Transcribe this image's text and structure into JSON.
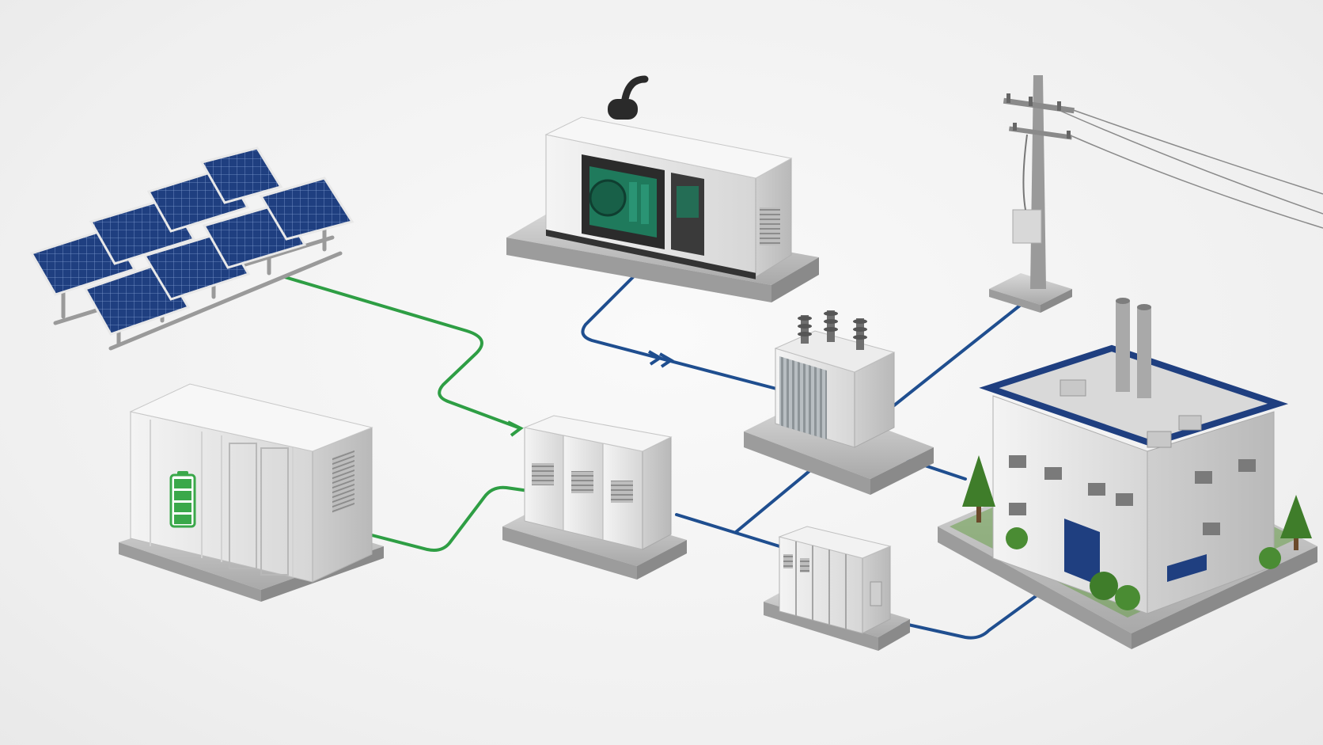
{
  "colors": {
    "background": "#f2f2f2",
    "dc_line": "#2e9e44",
    "ac_line": "#1f4e8f",
    "solar_panel": "#1f3f80",
    "generator_engine": "#1f7a5c",
    "battery_indicator": "#3aa84a",
    "building_roof_trim": "#1f3f80"
  },
  "nodes": [
    {
      "id": "solar-array",
      "icon": "solar-panel-icon"
    },
    {
      "id": "battery-container",
      "icon": "battery-icon"
    },
    {
      "id": "diesel-generator",
      "icon": "generator-icon"
    },
    {
      "id": "inverter-cabinets",
      "icon": "inverter-icon"
    },
    {
      "id": "transformer",
      "icon": "transformer-icon"
    },
    {
      "id": "utility-pole",
      "icon": "utility-pole-icon"
    },
    {
      "id": "switchgear",
      "icon": "switchgear-icon"
    },
    {
      "id": "factory-building",
      "icon": "factory-icon"
    }
  ],
  "connections": [
    {
      "from": "solar-array",
      "to": "inverter-cabinets",
      "type": "dc"
    },
    {
      "from": "battery-container",
      "to": "inverter-cabinets",
      "type": "dc"
    },
    {
      "from": "diesel-generator",
      "to": "transformer",
      "type": "ac"
    },
    {
      "from": "inverter-cabinets",
      "to": "transformer",
      "type": "ac"
    },
    {
      "from": "inverter-cabinets",
      "to": "switchgear",
      "type": "ac"
    },
    {
      "from": "utility-pole",
      "to": "transformer",
      "type": "ac"
    },
    {
      "from": "transformer",
      "to": "factory-building",
      "type": "ac"
    },
    {
      "from": "switchgear",
      "to": "factory-building",
      "type": "ac"
    }
  ]
}
